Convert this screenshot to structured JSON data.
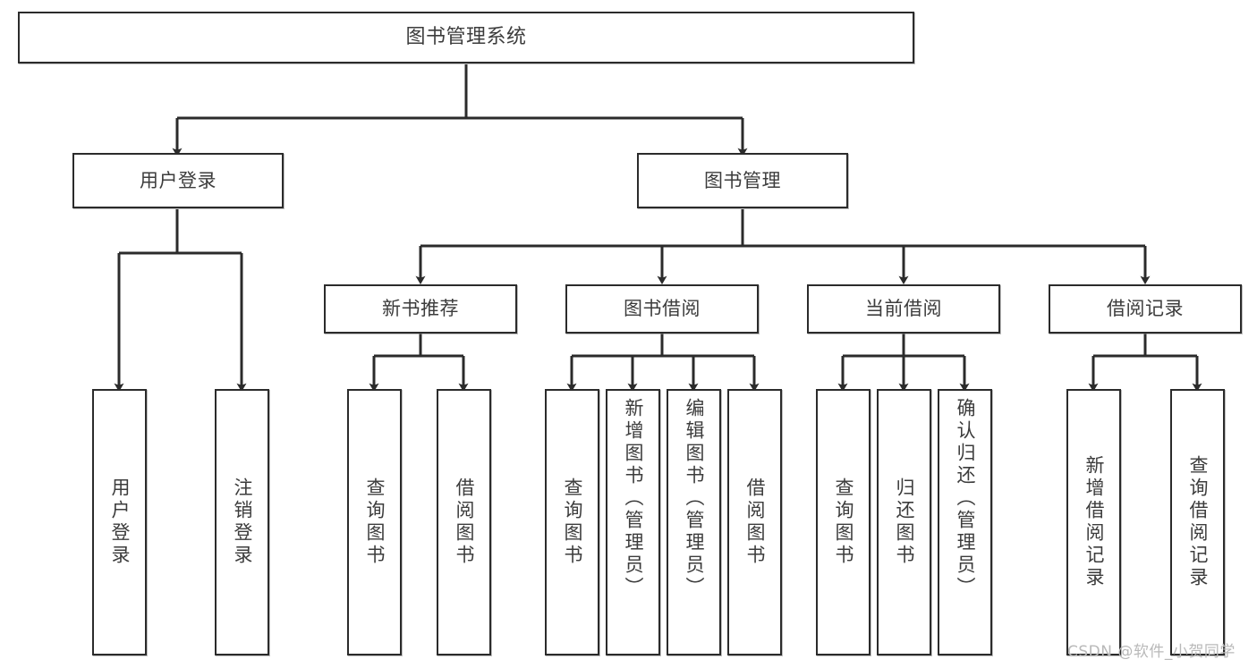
{
  "diagram": {
    "title": "图书管理系统",
    "type": "tree-hierarchy-diagram",
    "colors": {
      "box_border": "#2b2b2b",
      "box_fill": "#ffffff",
      "text": "#3c3c3c",
      "connector": "#2b2b2b",
      "watermark": "#b9b9b9",
      "background": "#ffffff"
    },
    "root": {
      "label": "图书管理系统"
    },
    "level1": [
      {
        "label": "用户登录"
      },
      {
        "label": "图书管理"
      }
    ],
    "level2": [
      {
        "label": "新书推荐"
      },
      {
        "label": "图书借阅"
      },
      {
        "label": "当前借阅"
      },
      {
        "label": "借阅记录"
      }
    ],
    "leaves": {
      "user_login": [
        {
          "label": "用户登录"
        },
        {
          "label": "注销登录"
        }
      ],
      "new_book_recommend": [
        {
          "label": "查询图书"
        },
        {
          "label": "借阅图书"
        }
      ],
      "book_borrow": [
        {
          "label": "查询图书"
        },
        {
          "label": "新增图书（管理员）"
        },
        {
          "label": "编辑图书（管理员）"
        },
        {
          "label": "借阅图书"
        }
      ],
      "current_borrow": [
        {
          "label": "查询图书"
        },
        {
          "label": "归还图书"
        },
        {
          "label": "确认归还（管理员）"
        }
      ],
      "borrow_records": [
        {
          "label": "新增借阅记录"
        },
        {
          "label": "查询借阅记录"
        }
      ]
    }
  },
  "watermark": {
    "text": "CSDN @软件_小贺同学"
  }
}
